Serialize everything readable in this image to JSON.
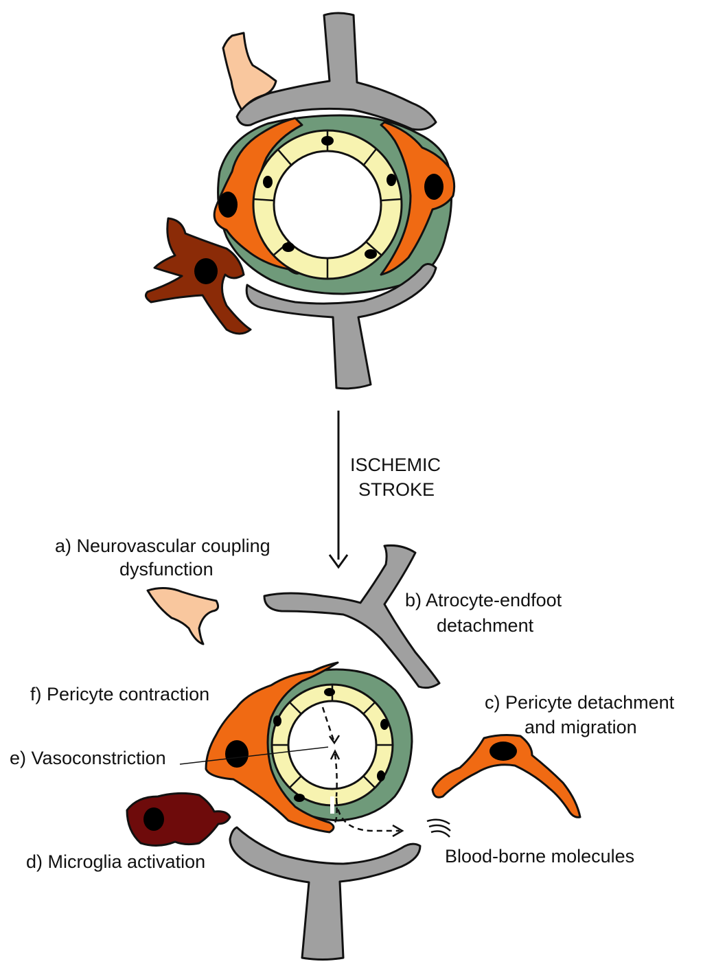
{
  "arrow_label": {
    "line1": "ISCHEMIC",
    "line2": "STROKE"
  },
  "labels": {
    "a_line1": "a) Neurovascular coupling",
    "a_line2": "dysfunction",
    "b_line1": "b) Atrocyte-endfoot",
    "b_line2": "detachment",
    "c_line1": "c) Pericyte detachment",
    "c_line2": "and migration",
    "d": "d) Microglia activation",
    "e": "e) Vasoconstriction",
    "f": "f) Pericyte contraction",
    "molecules": "Blood-borne molecules"
  },
  "colors": {
    "astrocyte": "#a0a0a0",
    "pericyte": "#f06a13",
    "endothelium": "#f7f3b0",
    "basement_membrane": "#6f9a7a",
    "neuron": "#f9c79e",
    "microglia_resting": "#8b2b07",
    "microglia_active": "#6e0b0b",
    "nucleus": "#000000"
  }
}
